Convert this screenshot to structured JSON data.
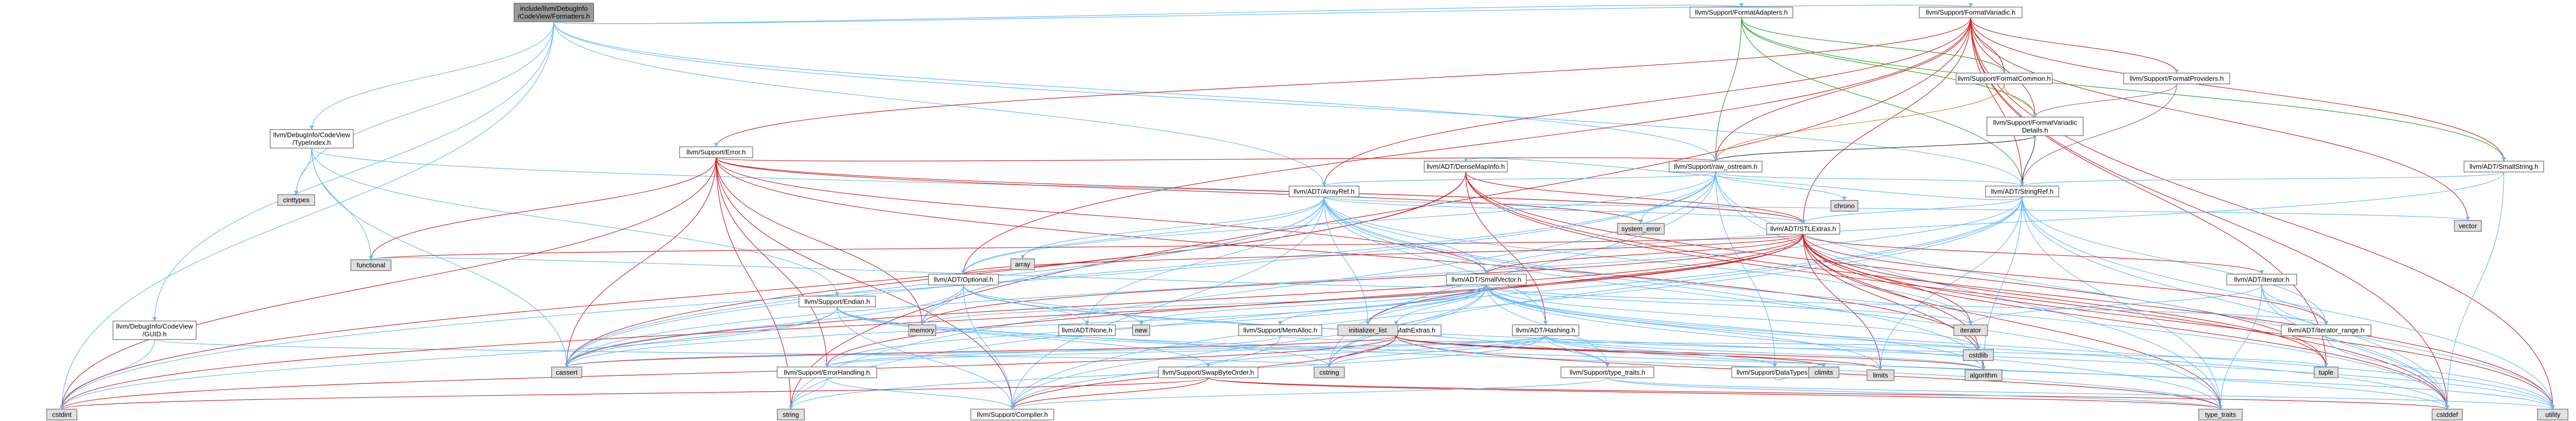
{
  "colors": {
    "root_fill": "#999999",
    "node_fill": "#ffffff",
    "external_fill": "#e0e0e0",
    "border_normal": "#666666",
    "border_highlight": "#cc2222",
    "edge_default": "#63b8ff",
    "edge_red": "#cc2222",
    "edge_green": "#2ea02e",
    "edge_orange": "#e07b20",
    "edge_purple": "#9b59b6",
    "edge_dark": "#333333"
  },
  "nodes": [
    {
      "id": "root",
      "lines": [
        "include/llvm/DebugInfo",
        "/CodeView/Formatters.h"
      ],
      "kind": "root"
    },
    {
      "id": "fmtvariadic",
      "lines": [
        "llvm/Support/FormatVariadic.h"
      ],
      "kind": "file"
    },
    {
      "id": "fmtadapters",
      "lines": [
        "llvm/Support/FormatAdapters.h"
      ],
      "kind": "file"
    },
    {
      "id": "typeindex",
      "lines": [
        "llvm/DebugInfo/CodeView",
        "/TypeIndex.h"
      ],
      "kind": "file"
    },
    {
      "id": "guid",
      "lines": [
        "llvm/DebugInfo/CodeView",
        "/GUID.h"
      ],
      "kind": "file"
    },
    {
      "id": "fmtcommon",
      "lines": [
        "llvm/Support/FormatCommon.h"
      ],
      "kind": "file"
    },
    {
      "id": "fmtproviders",
      "lines": [
        "llvm/Support/FormatProviders.h"
      ],
      "kind": "highlight"
    },
    {
      "id": "fmtvardetails",
      "lines": [
        "llvm/Support/FormatVariadic",
        "Details.h"
      ],
      "kind": "file"
    },
    {
      "id": "error",
      "lines": [
        "llvm/Support/Error.h"
      ],
      "kind": "highlight"
    },
    {
      "id": "densemapinfo",
      "lines": [
        "llvm/ADT/DenseMapInfo.h"
      ],
      "kind": "highlight"
    },
    {
      "id": "rawostream",
      "lines": [
        "llvm/Support/raw_ostream.h"
      ],
      "kind": "file"
    },
    {
      "id": "smallstring",
      "lines": [
        "llvm/ADT/SmallString.h"
      ],
      "kind": "file"
    },
    {
      "id": "arrayref",
      "lines": [
        "llvm/ADT/ArrayRef.h"
      ],
      "kind": "file"
    },
    {
      "id": "stringref",
      "lines": [
        "llvm/ADT/StringRef.h"
      ],
      "kind": "file"
    },
    {
      "id": "stlextras",
      "lines": [
        "llvm/ADT/STLExtras.h"
      ],
      "kind": "highlight"
    },
    {
      "id": "optional",
      "lines": [
        "llvm/ADT/Optional.h"
      ],
      "kind": "file"
    },
    {
      "id": "smallvector",
      "lines": [
        "llvm/ADT/SmallVector.h"
      ],
      "kind": "file"
    },
    {
      "id": "iteratorh",
      "lines": [
        "llvm/ADT/iterator.h"
      ],
      "kind": "file"
    },
    {
      "id": "itrange",
      "lines": [
        "llvm/ADT/iterator_range.h"
      ],
      "kind": "file"
    },
    {
      "id": "endian",
      "lines": [
        "llvm/Support/Endian.h"
      ],
      "kind": "file"
    },
    {
      "id": "none",
      "lines": [
        "llvm/ADT/None.h"
      ],
      "kind": "file"
    },
    {
      "id": "memalloc",
      "lines": [
        "llvm/Support/MemAlloc.h"
      ],
      "kind": "file"
    },
    {
      "id": "mathextras",
      "lines": [
        "llvm/Support/MathExtras.h"
      ],
      "kind": "highlight"
    },
    {
      "id": "hashing",
      "lines": [
        "llvm/ADT/Hashing.h"
      ],
      "kind": "file"
    },
    {
      "id": "errhandling",
      "lines": [
        "llvm/Support/ErrorHandling.h"
      ],
      "kind": "file"
    },
    {
      "id": "swapbyteorder",
      "lines": [
        "llvm/Support/SwapByteOrder.h"
      ],
      "kind": "highlight"
    },
    {
      "id": "typetraitsh",
      "lines": [
        "llvm/Support/type_traits.h"
      ],
      "kind": "file"
    },
    {
      "id": "datatypes",
      "lines": [
        "llvm/Support/DataTypes.h"
      ],
      "kind": "highlight"
    },
    {
      "id": "compiler",
      "lines": [
        "llvm/Support/Compiler.h"
      ],
      "kind": "highlight"
    },
    {
      "id": "cinttypes",
      "lines": [
        "cinttypes"
      ],
      "kind": "external"
    },
    {
      "id": "functional",
      "lines": [
        "functional"
      ],
      "kind": "external"
    },
    {
      "id": "systemerror",
      "lines": [
        "system_error"
      ],
      "kind": "external"
    },
    {
      "id": "chrono",
      "lines": [
        "chrono"
      ],
      "kind": "external"
    },
    {
      "id": "vector",
      "lines": [
        "vector"
      ],
      "kind": "external"
    },
    {
      "id": "array",
      "lines": [
        "array"
      ],
      "kind": "external"
    },
    {
      "id": "memory",
      "lines": [
        "memory"
      ],
      "kind": "external"
    },
    {
      "id": "new",
      "lines": [
        "new"
      ],
      "kind": "external"
    },
    {
      "id": "initlist",
      "lines": [
        "initializer_list"
      ],
      "kind": "external"
    },
    {
      "id": "iterator",
      "lines": [
        "iterator"
      ],
      "kind": "external"
    },
    {
      "id": "cstdlib",
      "lines": [
        "cstdlib"
      ],
      "kind": "external"
    },
    {
      "id": "climits",
      "lines": [
        "climits"
      ],
      "kind": "external"
    },
    {
      "id": "algorithm",
      "lines": [
        "algorithm"
      ],
      "kind": "external"
    },
    {
      "id": "tuple",
      "lines": [
        "tuple"
      ],
      "kind": "external"
    },
    {
      "id": "cassert",
      "lines": [
        "cassert"
      ],
      "kind": "external"
    },
    {
      "id": "cstring",
      "lines": [
        "cstring"
      ],
      "kind": "external"
    },
    {
      "id": "cstdint",
      "lines": [
        "cstdint"
      ],
      "kind": "external"
    },
    {
      "id": "string",
      "lines": [
        "string"
      ],
      "kind": "external"
    },
    {
      "id": "typetraits",
      "lines": [
        "type_traits"
      ],
      "kind": "external"
    },
    {
      "id": "cstddef",
      "lines": [
        "cstddef"
      ],
      "kind": "external"
    },
    {
      "id": "utility",
      "lines": [
        "utility"
      ],
      "kind": "external"
    },
    {
      "id": "limits",
      "lines": [
        "limits"
      ],
      "kind": "external"
    }
  ],
  "edges": [
    [
      "root",
      "fmtvariadic",
      "edge_default"
    ],
    [
      "root",
      "fmtadapters",
      "edge_default"
    ],
    [
      "root",
      "typeindex",
      "edge_default"
    ],
    [
      "root",
      "guid",
      "edge_default"
    ],
    [
      "root",
      "stringref",
      "edge_default"
    ],
    [
      "root",
      "rawostream",
      "edge_default"
    ],
    [
      "root",
      "arrayref",
      "edge_default"
    ],
    [
      "root",
      "cinttypes",
      "edge_default"
    ],
    [
      "root",
      "cstdint",
      "edge_default"
    ],
    [
      "fmtvariadic",
      "arrayref",
      "edge_red"
    ],
    [
      "fmtvariadic",
      "optional",
      "edge_red"
    ],
    [
      "fmtvariadic",
      "stlextras",
      "edge_red"
    ],
    [
      "fmtvariadic",
      "smallstring",
      "edge_red"
    ],
    [
      "fmtvariadic",
      "stringref",
      "edge_red"
    ],
    [
      "fmtvariadic",
      "fmtcommon",
      "edge_red"
    ],
    [
      "fmtvariadic",
      "fmtproviders",
      "edge_red"
    ],
    [
      "fmtvariadic",
      "fmtvardetails",
      "edge_red"
    ],
    [
      "fmtvariadic",
      "rawostream",
      "edge_red"
    ],
    [
      "fmtvariadic",
      "cstddef",
      "edge_red"
    ],
    [
      "fmtvariadic",
      "string",
      "edge_red"
    ],
    [
      "fmtvariadic",
      "tuple",
      "edge_red"
    ],
    [
      "fmtvariadic",
      "utility",
      "edge_red"
    ],
    [
      "fmtvariadic",
      "vector",
      "edge_red"
    ],
    [
      "fmtvariadic",
      "error",
      "edge_red"
    ],
    [
      "fmtadapters",
      "smallstring",
      "edge_green"
    ],
    [
      "fmtadapters",
      "stringref",
      "edge_green"
    ],
    [
      "fmtadapters",
      "fmtcommon",
      "edge_green"
    ],
    [
      "fmtadapters",
      "fmtvardetails",
      "edge_green"
    ],
    [
      "fmtadapters",
      "rawostream",
      "edge_green"
    ],
    [
      "typeindex",
      "stlextras",
      "edge_default"
    ],
    [
      "typeindex",
      "endian",
      "edge_default"
    ],
    [
      "typeindex",
      "cassert",
      "edge_default"
    ],
    [
      "typeindex",
      "cinttypes",
      "edge_default"
    ],
    [
      "typeindex",
      "functional",
      "edge_default"
    ],
    [
      "guid",
      "cstdint",
      "edge_default"
    ],
    [
      "guid",
      "cstring",
      "edge_default"
    ],
    [
      "fmtcommon",
      "fmtvardetails",
      "edge_orange"
    ],
    [
      "fmtcommon",
      "rawostream",
      "edge_orange"
    ],
    [
      "fmtproviders",
      "fmtvardetails",
      "edge_purple"
    ],
    [
      "fmtproviders",
      "stringref",
      "edge_purple"
    ],
    [
      "fmtvardetails",
      "stringref",
      "edge_dark"
    ],
    [
      "fmtvardetails",
      "rawostream",
      "edge_dark"
    ],
    [
      "error",
      "rawostream",
      "edge_red"
    ],
    [
      "error",
      "stlextras",
      "edge_red"
    ],
    [
      "error",
      "smallvector",
      "edge_red"
    ],
    [
      "error",
      "systemerror",
      "edge_red"
    ],
    [
      "error",
      "functional",
      "edge_red"
    ],
    [
      "error",
      "memory",
      "edge_red"
    ],
    [
      "error",
      "string",
      "edge_red"
    ],
    [
      "error",
      "cassert",
      "edge_red"
    ],
    [
      "error",
      "errhandling",
      "edge_red"
    ],
    [
      "error",
      "compiler",
      "edge_red"
    ],
    [
      "error",
      "cstdint",
      "edge_red"
    ],
    [
      "error",
      "cstdlib",
      "edge_red"
    ],
    [
      "densemapinfo",
      "hashing",
      "edge_red"
    ],
    [
      "densemapinfo",
      "stlextras",
      "edge_red"
    ],
    [
      "densemapinfo",
      "cassert",
      "edge_red"
    ],
    [
      "densemapinfo",
      "cstddef",
      "edge_red"
    ],
    [
      "densemapinfo",
      "cstdint",
      "edge_red"
    ],
    [
      "densemapinfo",
      "tuple",
      "edge_red"
    ],
    [
      "densemapinfo",
      "utility",
      "edge_red"
    ],
    [
      "rawostream",
      "arrayref",
      "edge_default"
    ],
    [
      "rawostream",
      "stringref",
      "edge_default"
    ],
    [
      "rawostream",
      "datatypes",
      "edge_default"
    ],
    [
      "rawostream",
      "cassert",
      "edge_default"
    ],
    [
      "rawostream",
      "chrono",
      "edge_default"
    ],
    [
      "rawostream",
      "cstddef",
      "edge_default"
    ],
    [
      "rawostream",
      "cstdint",
      "edge_default"
    ],
    [
      "rawostream",
      "cstring",
      "edge_default"
    ],
    [
      "rawostream",
      "string",
      "edge_default"
    ],
    [
      "rawostream",
      "systemerror",
      "edge_default"
    ],
    [
      "rawostream",
      "typetraits",
      "edge_default"
    ],
    [
      "rawostream",
      "optional",
      "edge_default"
    ],
    [
      "smallstring",
      "smallvector",
      "edge_default"
    ],
    [
      "smallstring",
      "stringref",
      "edge_default"
    ],
    [
      "smallstring",
      "cstddef",
      "edge_default"
    ],
    [
      "arrayref",
      "hashing",
      "edge_default"
    ],
    [
      "arrayref",
      "none",
      "edge_default"
    ],
    [
      "arrayref",
      "smallvector",
      "edge_default"
    ],
    [
      "arrayref",
      "stlextras",
      "edge_default"
    ],
    [
      "arrayref",
      "compiler",
      "edge_default"
    ],
    [
      "arrayref",
      "algorithm",
      "edge_default"
    ],
    [
      "arrayref",
      "array",
      "edge_default"
    ],
    [
      "arrayref",
      "cassert",
      "edge_default"
    ],
    [
      "arrayref",
      "cstddef",
      "edge_default"
    ],
    [
      "arrayref",
      "initlist",
      "edge_default"
    ],
    [
      "arrayref",
      "iterator",
      "edge_default"
    ],
    [
      "arrayref",
      "memory",
      "edge_default"
    ],
    [
      "arrayref",
      "typetraits",
      "edge_default"
    ],
    [
      "arrayref",
      "vector",
      "edge_default"
    ],
    [
      "arrayref",
      "optional",
      "edge_default"
    ],
    [
      "stringref",
      "stlextras",
      "edge_default"
    ],
    [
      "stringref",
      "itrange",
      "edge_default"
    ],
    [
      "stringref",
      "compiler",
      "edge_default"
    ],
    [
      "stringref",
      "algorithm",
      "edge_default"
    ],
    [
      "stringref",
      "cassert",
      "edge_default"
    ],
    [
      "stringref",
      "cstddef",
      "edge_default"
    ],
    [
      "stringref",
      "cstring",
      "edge_default"
    ],
    [
      "stringref",
      "limits",
      "edge_default"
    ],
    [
      "stringref",
      "string",
      "edge_default"
    ],
    [
      "stringref",
      "typetraits",
      "edge_default"
    ],
    [
      "stringref",
      "utility",
      "edge_default"
    ],
    [
      "stringref",
      "densemapinfo",
      "edge_default"
    ],
    [
      "stlextras",
      "optional",
      "edge_red"
    ],
    [
      "stlextras",
      "iteratorh",
      "edge_red"
    ],
    [
      "stlextras",
      "itrange",
      "edge_red"
    ],
    [
      "stlextras",
      "errhandling",
      "edge_red"
    ],
    [
      "stlextras",
      "algorithm",
      "edge_red"
    ],
    [
      "stlextras",
      "cassert",
      "edge_red"
    ],
    [
      "stlextras",
      "cstddef",
      "edge_red"
    ],
    [
      "stlextras",
      "cstdint",
      "edge_red"
    ],
    [
      "stlextras",
      "cstdlib",
      "edge_red"
    ],
    [
      "stlextras",
      "functional",
      "edge_red"
    ],
    [
      "stlextras",
      "initlist",
      "edge_red"
    ],
    [
      "stlextras",
      "iterator",
      "edge_red"
    ],
    [
      "stlextras",
      "limits",
      "edge_red"
    ],
    [
      "stlextras",
      "memory",
      "edge_red"
    ],
    [
      "stlextras",
      "tuple",
      "edge_red"
    ],
    [
      "stlextras",
      "typetraits",
      "edge_red"
    ],
    [
      "stlextras",
      "utility",
      "edge_red"
    ],
    [
      "stlextras",
      "smallvector",
      "edge_red"
    ],
    [
      "optional",
      "none",
      "edge_default"
    ],
    [
      "optional",
      "compiler",
      "edge_default"
    ],
    [
      "optional",
      "typetraitsh",
      "edge_default"
    ],
    [
      "optional",
      "cassert",
      "edge_default"
    ],
    [
      "optional",
      "memory",
      "edge_default"
    ],
    [
      "optional",
      "new",
      "edge_default"
    ],
    [
      "optional",
      "utility",
      "edge_default"
    ],
    [
      "smallvector",
      "compiler",
      "edge_default"
    ],
    [
      "smallvector",
      "errhandling",
      "edge_default"
    ],
    [
      "smallvector",
      "memalloc",
      "edge_default"
    ],
    [
      "smallvector",
      "mathextras",
      "edge_default"
    ],
    [
      "smallvector",
      "typetraitsh",
      "edge_default"
    ],
    [
      "smallvector",
      "algorithm",
      "edge_default"
    ],
    [
      "smallvector",
      "cassert",
      "edge_default"
    ],
    [
      "smallvector",
      "cstddef",
      "edge_default"
    ],
    [
      "smallvector",
      "cstdlib",
      "edge_default"
    ],
    [
      "smallvector",
      "cstring",
      "edge_default"
    ],
    [
      "smallvector",
      "functional",
      "edge_default"
    ],
    [
      "smallvector",
      "initlist",
      "edge_default"
    ],
    [
      "smallvector",
      "iterator",
      "edge_default"
    ],
    [
      "smallvector",
      "limits",
      "edge_default"
    ],
    [
      "smallvector",
      "memory",
      "edge_default"
    ],
    [
      "smallvector",
      "new",
      "edge_default"
    ],
    [
      "smallvector",
      "typetraits",
      "edge_default"
    ],
    [
      "smallvector",
      "utility",
      "edge_default"
    ],
    [
      "smallvector",
      "itrange",
      "edge_default"
    ],
    [
      "iteratorh",
      "itrange",
      "edge_default"
    ],
    [
      "iteratorh",
      "cstddef",
      "edge_default"
    ],
    [
      "iteratorh",
      "iterator",
      "edge_default"
    ],
    [
      "iteratorh",
      "typetraits",
      "edge_default"
    ],
    [
      "iteratorh",
      "utility",
      "edge_default"
    ],
    [
      "itrange",
      "utility",
      "edge_default"
    ],
    [
      "endian",
      "compiler",
      "edge_default"
    ],
    [
      "endian",
      "swapbyteorder",
      "edge_default"
    ],
    [
      "endian",
      "cassert",
      "edge_default"
    ],
    [
      "endian",
      "cstddef",
      "edge_default"
    ],
    [
      "endian",
      "cstdint",
      "edge_default"
    ],
    [
      "endian",
      "cstring",
      "edge_default"
    ],
    [
      "endian",
      "typetraits",
      "edge_default"
    ],
    [
      "memalloc",
      "compiler",
      "edge_default"
    ],
    [
      "memalloc",
      "errhandling",
      "edge_default"
    ],
    [
      "memalloc",
      "cstdlib",
      "edge_default"
    ],
    [
      "mathextras",
      "compiler",
      "edge_red"
    ],
    [
      "mathextras",
      "algorithm",
      "edge_red"
    ],
    [
      "mathextras",
      "cassert",
      "edge_red"
    ],
    [
      "mathextras",
      "climits",
      "edge_red"
    ],
    [
      "mathextras",
      "cstdint",
      "edge_red"
    ],
    [
      "mathextras",
      "cstring",
      "edge_red"
    ],
    [
      "mathextras",
      "limits",
      "edge_red"
    ],
    [
      "mathextras",
      "typetraits",
      "edge_red"
    ],
    [
      "hashing",
      "errhandling",
      "edge_default"
    ],
    [
      "hashing",
      "swapbyteorder",
      "edge_default"
    ],
    [
      "hashing",
      "typetraitsh",
      "edge_default"
    ],
    [
      "hashing",
      "datatypes",
      "edge_default"
    ],
    [
      "hashing",
      "algorithm",
      "edge_default"
    ],
    [
      "hashing",
      "cassert",
      "edge_default"
    ],
    [
      "hashing",
      "cstring",
      "edge_default"
    ],
    [
      "hashing",
      "string",
      "edge_default"
    ],
    [
      "hashing",
      "tuple",
      "edge_default"
    ],
    [
      "hashing",
      "utility",
      "edge_default"
    ],
    [
      "errhandling",
      "compiler",
      "edge_default"
    ],
    [
      "errhandling",
      "string",
      "edge_default"
    ],
    [
      "swapbyteorder",
      "compiler",
      "edge_red"
    ],
    [
      "swapbyteorder",
      "cstddef",
      "edge_red"
    ],
    [
      "swapbyteorder",
      "cstdint",
      "edge_red"
    ],
    [
      "swapbyteorder",
      "typetraits",
      "edge_red"
    ],
    [
      "typetraitsh",
      "compiler",
      "edge_default"
    ],
    [
      "typetraitsh",
      "typetraits",
      "edge_default"
    ],
    [
      "typetraitsh",
      "utility",
      "edge_default"
    ],
    [
      "datatypes",
      "climits",
      "edge_default"
    ]
  ]
}
